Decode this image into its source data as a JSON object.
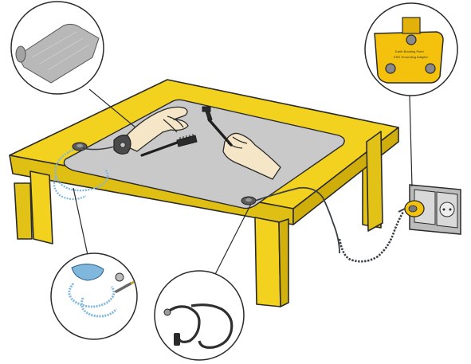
{
  "figure": {
    "subject": "esd-workstation-setup",
    "components": [
      {
        "id": "mat",
        "name": "esd-mat"
      },
      {
        "id": "wrist",
        "name": "wrist-strap"
      },
      {
        "id": "cord",
        "name": "coiled-ground-cord"
      },
      {
        "id": "plug",
        "name": "ground-plug-adapter"
      },
      {
        "id": "outlet",
        "name": "wall-outlet"
      },
      {
        "id": "table",
        "name": "workbench"
      }
    ],
    "plug_label_lines": [
      "Earth Bonding Point",
      "ESD Grounding Adapter"
    ]
  },
  "colors": {
    "table_yellow": "#f2d21f",
    "table_shadow": "#d2b10c",
    "mat_gray": "#c9c9c9",
    "cord_blue": "#7fb7dd",
    "cord_dark": "#3a3f46",
    "plug_yellow": "#f4c20d",
    "outline": "#2a2a2a",
    "skin": "#f6e6c8"
  }
}
